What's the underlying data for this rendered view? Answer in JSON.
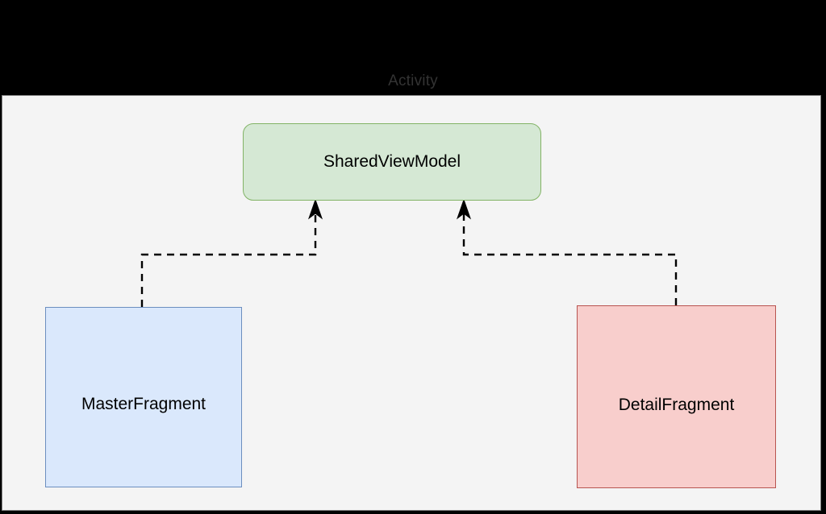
{
  "diagram": {
    "type": "uml-component-diagram",
    "background_color": "#000000",
    "container": {
      "label": "Activity",
      "fill": "#f4f4f4",
      "stroke": "#808080"
    },
    "nodes": [
      {
        "id": "sharedviewmodel",
        "label": "SharedViewModel",
        "shape": "rounded-rectangle",
        "fill": "#d5e8d4",
        "stroke": "#82b366"
      },
      {
        "id": "masterfragment",
        "label": "MasterFragment",
        "shape": "rectangle",
        "fill": "#dae8fc",
        "stroke": "#6c8ebf"
      },
      {
        "id": "detailfragment",
        "label": "DetailFragment",
        "shape": "rectangle",
        "fill": "#f8cecc",
        "stroke": "#b85450"
      }
    ],
    "edges": [
      {
        "id": "master-to-viewmodel",
        "from": "masterfragment",
        "to": "sharedviewmodel",
        "style": "dashed",
        "arrow": "open-triangle",
        "color": "#000000"
      },
      {
        "id": "detail-to-viewmodel",
        "from": "detailfragment",
        "to": "sharedviewmodel",
        "style": "dashed",
        "arrow": "open-triangle",
        "color": "#000000"
      }
    ]
  }
}
